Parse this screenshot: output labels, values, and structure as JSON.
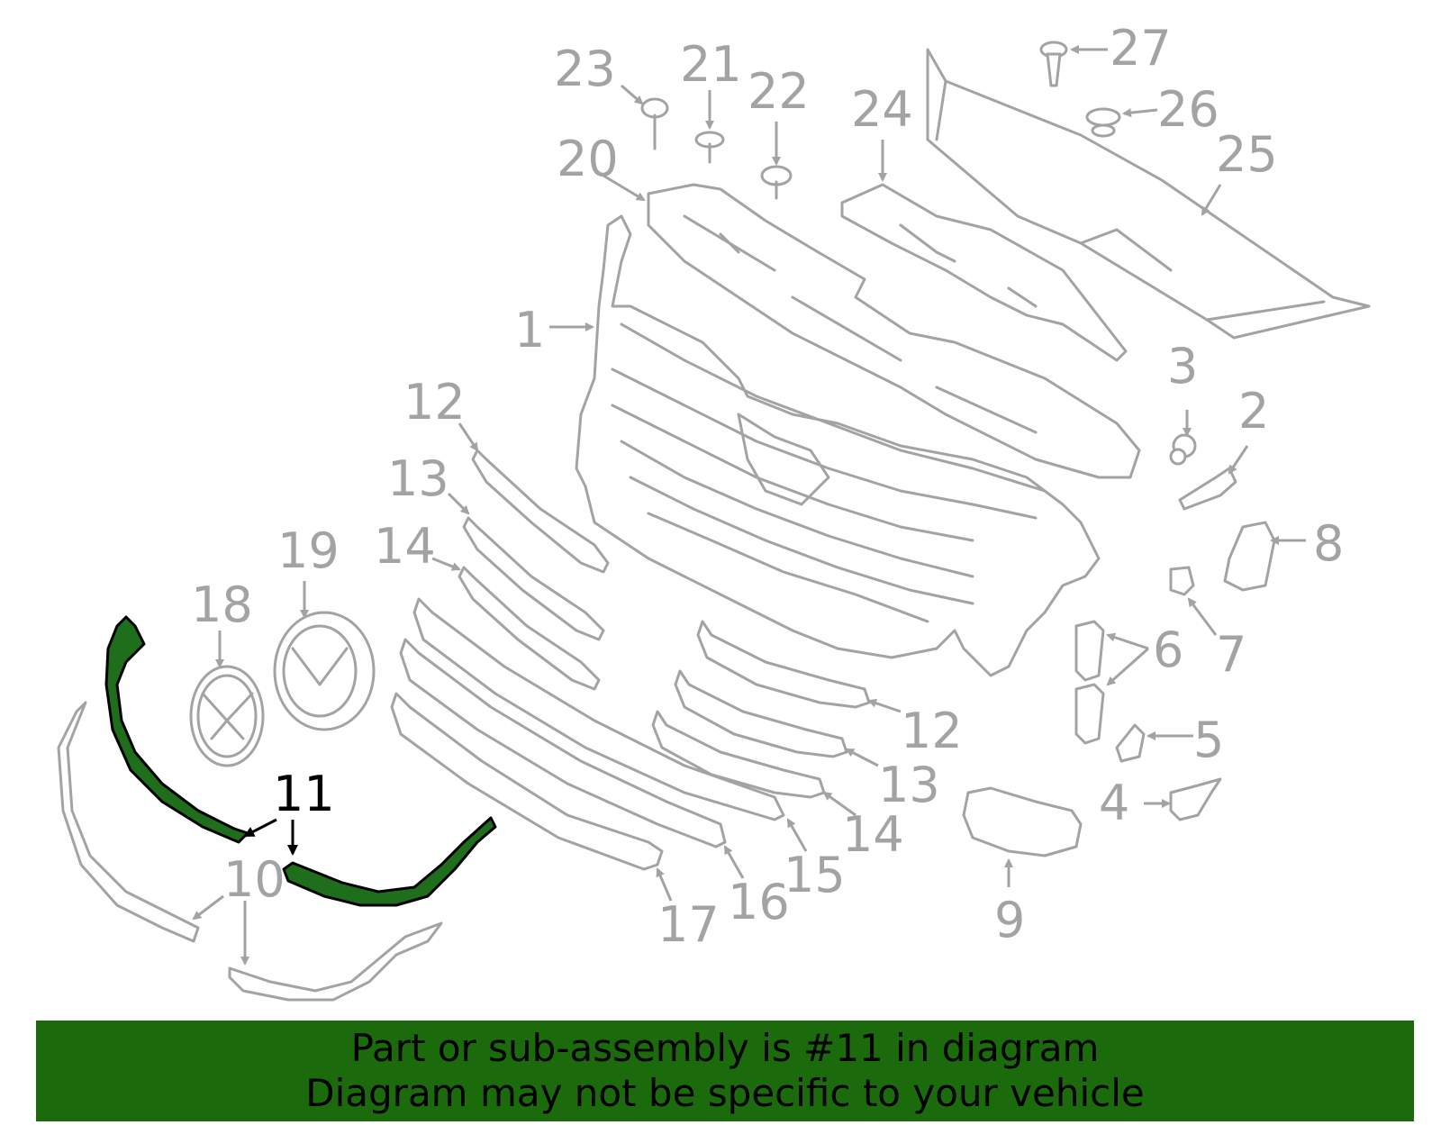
{
  "diagram": {
    "highlighted_part": "11",
    "callouts": [
      "1",
      "2",
      "3",
      "4",
      "5",
      "6",
      "7",
      "8",
      "9",
      "10",
      "11",
      "12",
      "12",
      "13",
      "13",
      "14",
      "14",
      "15",
      "16",
      "17",
      "18",
      "19",
      "20",
      "21",
      "22",
      "23",
      "24",
      "25",
      "26",
      "27"
    ]
  },
  "banner": {
    "line1": "Part or sub-assembly is #11 in diagram",
    "line2": "Diagram may not be specific to your vehicle",
    "background_color": "#1b6b0c"
  },
  "colors": {
    "part_stroke": "#a3a3a3",
    "highlight_fill": "#1f6e1b",
    "highlight_stroke": "#000000"
  }
}
